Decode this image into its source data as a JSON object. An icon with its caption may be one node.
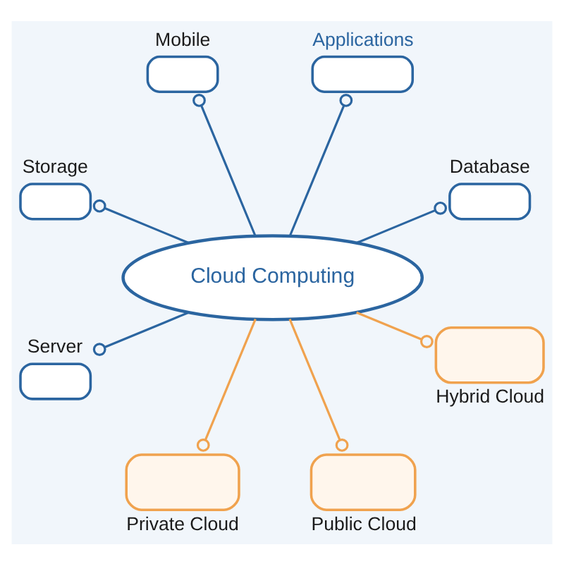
{
  "diagram": {
    "nodes": [
      {
        "text": [
          "Mobile"
        ]
      },
      {
        "text": [
          "Storage"
        ]
      },
      {
        "text": [
          "Applications"
        ]
      },
      {
        "text": [
          "Server"
        ]
      },
      {
        "text": [
          "Cloud Computing"
        ]
      },
      {
        "text": [
          "Database"
        ]
      },
      {
        "text": [
          "Private Cloud"
        ]
      },
      {
        "text": [
          "Hybrid Cloud"
        ]
      },
      {
        "text": [
          "Public Cloud"
        ]
      }
    ],
    "edges": [
      {
        "from": 4,
        "to": 0,
        "arrow": "other"
      },
      {
        "from": 4,
        "to": 1,
        "arrow": "other"
      },
      {
        "from": 4,
        "to": 2,
        "arrow": "other"
      },
      {
        "from": 4,
        "to": 3,
        "arrow": "other"
      },
      {
        "from": 4,
        "to": 5,
        "arrow": "other"
      },
      {
        "from": 4,
        "to": 6,
        "arrow": "other",
        "color": "#f0a24e"
      },
      {
        "from": 4,
        "to": 7,
        "arrow": "other",
        "color": "#f0a24e"
      },
      {
        "from": 4,
        "to": 8,
        "arrow": "other",
        "color": "#f0a24e"
      }
    ]
  }
}
